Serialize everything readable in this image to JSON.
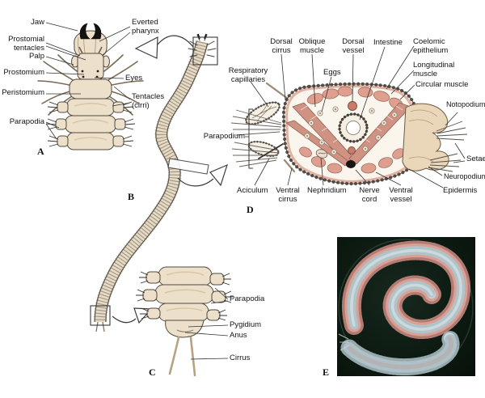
{
  "figure_subject": "Polychaete worm (Nereis) anatomy plate",
  "panels": {
    "a": "A",
    "b": "B",
    "c": "C",
    "d": "D",
    "e": "E"
  },
  "labels": {
    "jaw": "Jaw",
    "everted_pharynx": "Everted pharynx",
    "prostomial_tentacles": "Prostomial tentacles",
    "palp": "Palp",
    "prostomium": "Prostomium",
    "eyes": "Eyes",
    "peristomium": "Peristomium",
    "tentacles_cirri": "Tentacles (cirri)",
    "parapodia_head": "Parapodia",
    "parapodia_tail": "Parapodia",
    "pygidium": "Pygidium",
    "anus": "Anus",
    "cirrus": "Cirrus",
    "dorsal_cirrus": "Dorsal cirrus",
    "oblique_muscle": "Oblique muscle",
    "dorsal_vessel": "Dorsal vessel",
    "intestine": "Intestine",
    "coelomic_epithelium": "Coelomic epithelium",
    "respiratory_capillaries": "Respiratory capillaries",
    "eggs": "Eggs",
    "longitudinal_muscle": "Longitudinal muscle",
    "circular_muscle": "Circular muscle",
    "notopodium": "Notopodium",
    "parapodium": "Parapodium",
    "setae": "Setae",
    "neuropodium": "Neuropodium",
    "aciculum": "Aciculum",
    "ventral_cirrus": "Ventral cirrus",
    "nephridium": "Nephridium",
    "nerve_cord": "Nerve cord",
    "ventral_vessel": "Ventral vessel",
    "epidermis": "Epidermis"
  },
  "colors": {
    "line": "#3a3a3a",
    "body_cream": "#ece0cb",
    "body_shade": "#d8c5a5",
    "muscle_salmon": "#df9f8f",
    "muscle_deep": "#cf9283",
    "interior": "#faf6ee",
    "photo_background": "#0d1b12",
    "photo_worm_pink": "#d89a90",
    "photo_worm_blue": "#c3d4d9"
  }
}
